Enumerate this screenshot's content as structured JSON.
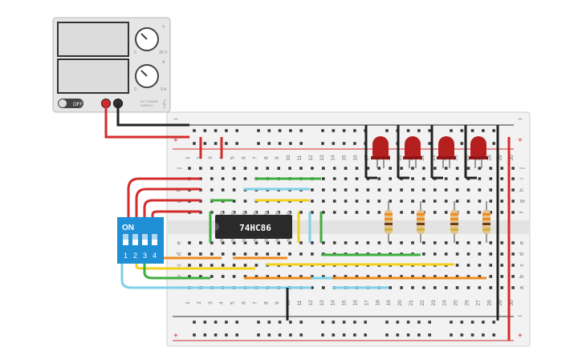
{
  "power_supply": {
    "knob1_label_low": "0",
    "knob1_label_high": "30 V",
    "knob1_label_top": "V",
    "knob2_label_low": "0",
    "knob2_label_high": "5 A",
    "knob2_label_top": "A",
    "switch_label": "OFF",
    "brand_line1": "DC POWER",
    "brand_line2": "SUPPLY"
  },
  "breadboard": {
    "column_numbers": [
      "1",
      "2",
      "3",
      "4",
      "5",
      "6",
      "7",
      "8",
      "9",
      "10",
      "11",
      "12",
      "13",
      "14",
      "15",
      "16",
      "17",
      "18",
      "19",
      "20",
      "21",
      "22",
      "23",
      "24",
      "25",
      "26",
      "27",
      "28",
      "29",
      "30"
    ],
    "row_labels_top": [
      "j",
      "i",
      "h",
      "g",
      "f"
    ],
    "row_labels_bottom": [
      "e",
      "d",
      "c",
      "b",
      "a"
    ],
    "rail_minus": "−",
    "rail_plus": "+"
  },
  "chip": {
    "label": "74HC86"
  },
  "dip_switch": {
    "on_label": "ON",
    "switch_numbers": [
      "1",
      "2",
      "3",
      "4"
    ]
  },
  "colors": {
    "red": "#d42a2a",
    "black": "#222222",
    "green": "#3fae3f",
    "yellow": "#f0d21e",
    "orange": "#f08c1e",
    "light_blue": "#7fd0e8",
    "dip_blue": "#1f8fd6",
    "board": "#f2f2f2"
  }
}
